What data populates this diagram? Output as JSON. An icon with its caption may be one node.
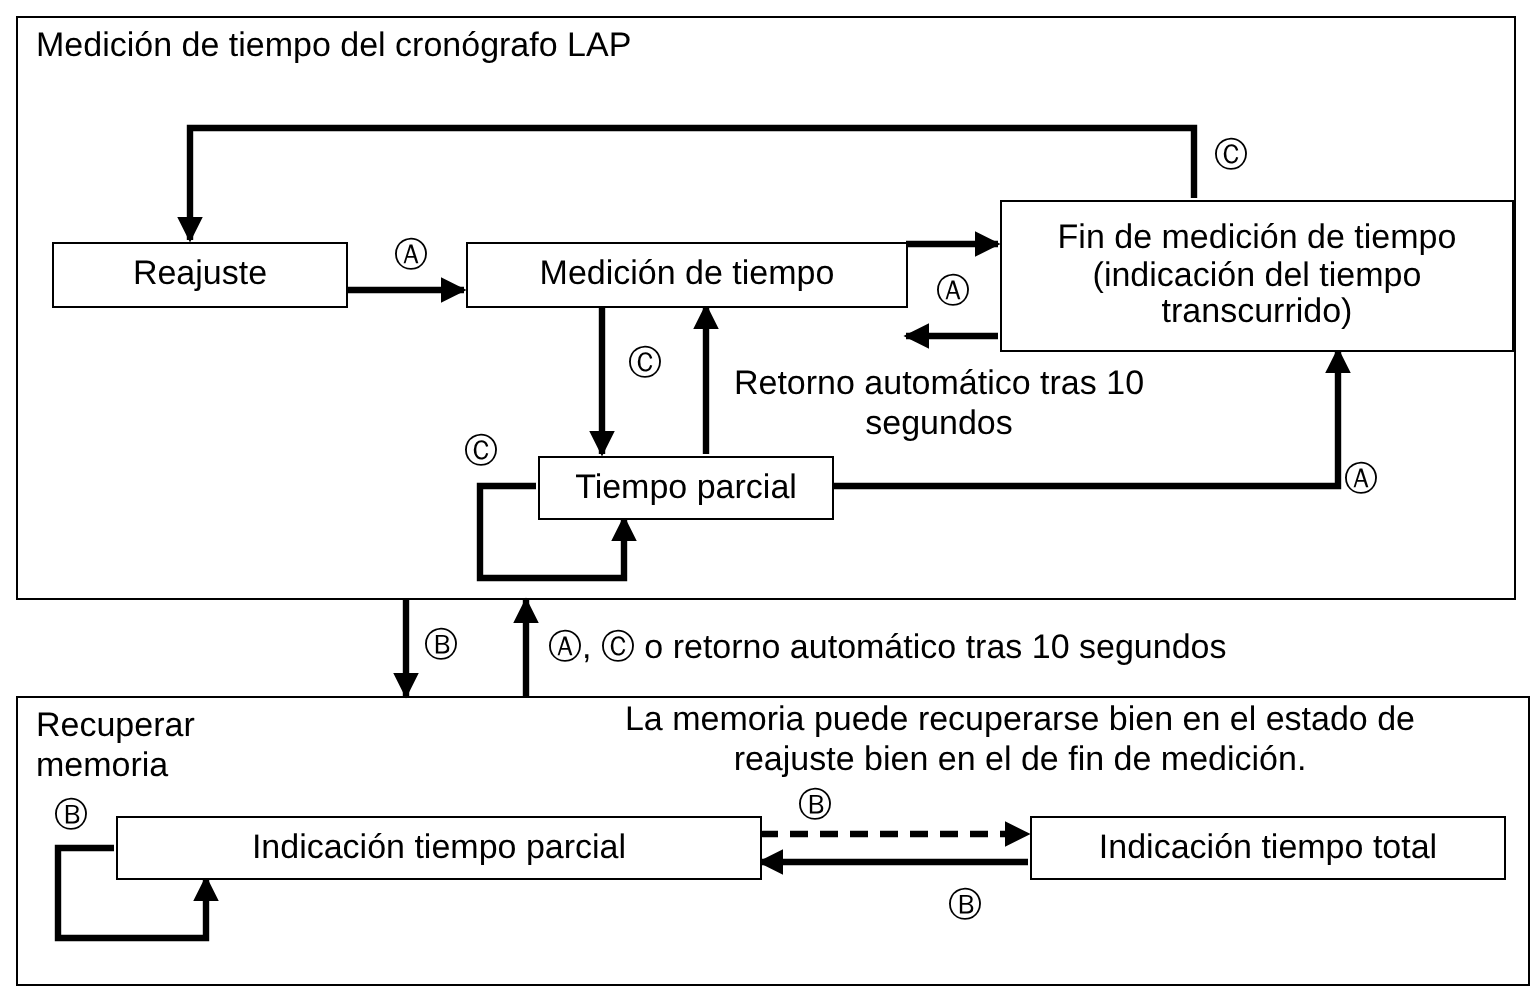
{
  "diagram": {
    "nodes": [
      {
        "text": [
          "Medición de tiempo del cronógrafo LAP"
        ]
      },
      {
        "text": [
          "Reajuste"
        ],
        "in": 0
      },
      {
        "text": [
          "Medición de tiempo"
        ],
        "in": 0
      },
      {
        "text": [
          "Fin de medición de tiempo (indicación del tiempo transcurrido)"
        ],
        "in": 0
      },
      {
        "text": [
          "Tiempo parcial"
        ],
        "in": 0
      },
      {
        "text": [
          "Recuperar memoria"
        ]
      },
      {
        "text": [
          "Indicación tiempo parcial"
        ],
        "in": 5
      },
      {
        "text": [
          "Indicación tiempo total"
        ],
        "in": 5
      }
    ],
    "edges": [
      {
        "from": 3,
        "to": 1,
        "arrow": "to",
        "label": "Ⓒ"
      },
      {
        "from": 1,
        "to": 2,
        "arrow": "to",
        "label": "Ⓐ"
      },
      {
        "from": 2,
        "to": 3,
        "arrow": "to"
      },
      {
        "from": 3,
        "to": 2,
        "arrow": "to",
        "label": "Ⓐ"
      },
      {
        "from": 2,
        "to": 4,
        "arrow": "to",
        "label": "Ⓒ"
      },
      {
        "from": 4,
        "to": 2,
        "arrow": "to",
        "label": "Retorno automático tras 10 segundos"
      },
      {
        "from": 4,
        "to": 3,
        "arrow": "to",
        "label": "Ⓐ"
      },
      {
        "from": 4,
        "to": 4,
        "arrow": "to",
        "label": "Ⓒ"
      },
      {
        "from": 0,
        "to": 5,
        "arrow": "to",
        "label": "Ⓑ"
      },
      {
        "from": 5,
        "to": 0,
        "arrow": "to",
        "label": "Ⓐ, Ⓒ o retorno automático tras 10 segundos"
      },
      {
        "from": 6,
        "to": 7,
        "arrow": "to",
        "label": "Ⓑ",
        "style": "dashed"
      },
      {
        "from": 7,
        "to": 6,
        "arrow": "to",
        "label": "Ⓑ"
      },
      {
        "from": 6,
        "to": 6,
        "arrow": "to",
        "label": "Ⓑ"
      }
    ],
    "labels": [
      "La memoria puede recuperarse bien en el estado de reajuste bien en el de fin de medición."
    ]
  }
}
